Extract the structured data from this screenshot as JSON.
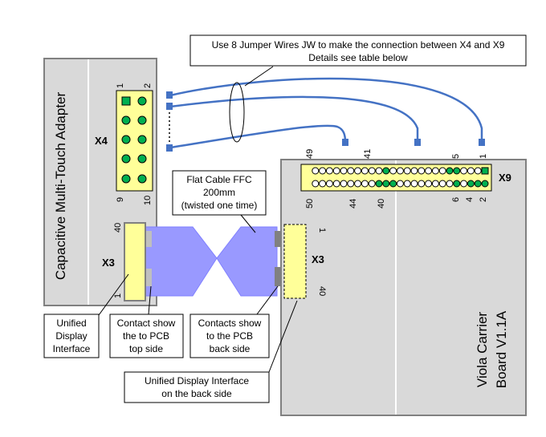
{
  "adapter": {
    "title": "Capacitive Multi-Touch Adapter",
    "x4": {
      "label": "X4",
      "pin_top_left": "1",
      "pin_top_right": "2",
      "pin_bottom_left": "9",
      "pin_bottom_right": "10"
    },
    "x3": {
      "label": "X3",
      "pin_top": "40",
      "pin_bottom": "1"
    }
  },
  "carrier": {
    "title_line1": "Viola  Carrier",
    "title_line2": "Board V1.1A",
    "x9": {
      "label": "X9",
      "top_labels": [
        "49",
        "41",
        "5",
        "1"
      ],
      "bottom_labels": [
        "50",
        "44",
        "40",
        "6",
        "4",
        "2"
      ]
    },
    "x3": {
      "label": "X3",
      "pin_top": "1",
      "pin_bottom": "40"
    }
  },
  "callouts": {
    "jumper_line1": "Use 8 Jumper Wires JW to make the connection between X4 and X9",
    "jumper_line2": "Details see table below",
    "ffc_line1": "Flat Cable FFC",
    "ffc_line2": "200mm",
    "ffc_line3": "(twisted one time)",
    "unified_line1": "Unified",
    "unified_line2": "Display",
    "unified_line3": "Interface",
    "contact_top_line1": "Contact show",
    "contact_top_line2": "the to PCB",
    "contact_top_line3": "top side",
    "contact_back_line1": "Contacts show",
    "contact_back_line2": "to the PCB",
    "contact_back_line3": "back side",
    "back_line1": "Unified Display Interface",
    "back_line2": "on the back side"
  },
  "colors": {
    "board_fill": "#d9d9d9",
    "board_stroke": "#808080",
    "connector_fill": "#ffff99",
    "pin_fill": "#00b050",
    "wire": "#4472c4",
    "cable_fill": "#9999ff"
  }
}
